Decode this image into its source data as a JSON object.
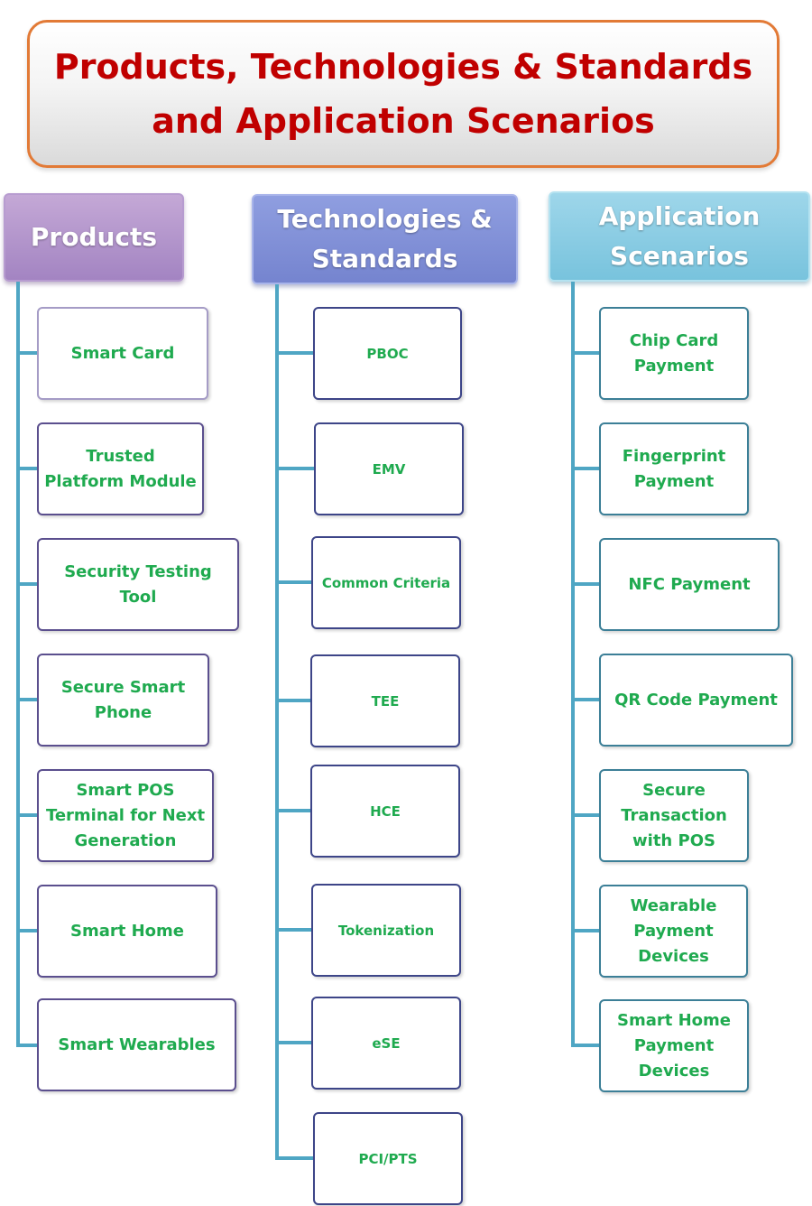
{
  "title": "Products, Technologies & Standards and Application Scenarios",
  "columns": {
    "products": {
      "header": "Products",
      "items": [
        "Smart Card",
        "Trusted Platform Module",
        "Security Testing Tool",
        "Secure Smart Phone",
        "Smart POS Terminal for Next Generation",
        "Smart Home",
        "Smart Wearables"
      ]
    },
    "technologies": {
      "header": "Technologies & Standards",
      "items": [
        "PBOC",
        "EMV",
        "Common Criteria",
        "TEE",
        "HCE",
        "Tokenization",
        "eSE",
        "PCI/PTS"
      ]
    },
    "applications": {
      "header": "Application Scenarios",
      "items": [
        "Chip Card Payment",
        "Fingerprint Payment",
        "NFC Payment",
        "QR Code Payment",
        "Secure Transaction with POS",
        "Wearable Payment Devices",
        "Smart Home Payment Devices"
      ]
    }
  },
  "colors": {
    "title_text": "#c00000",
    "title_border": "#e27a36",
    "node_text": "#1faa4f",
    "connector": "#4fa6c4",
    "products_header": "#a384c2",
    "technologies_header": "#7584cf",
    "applications_header": "#78c3dd"
  }
}
